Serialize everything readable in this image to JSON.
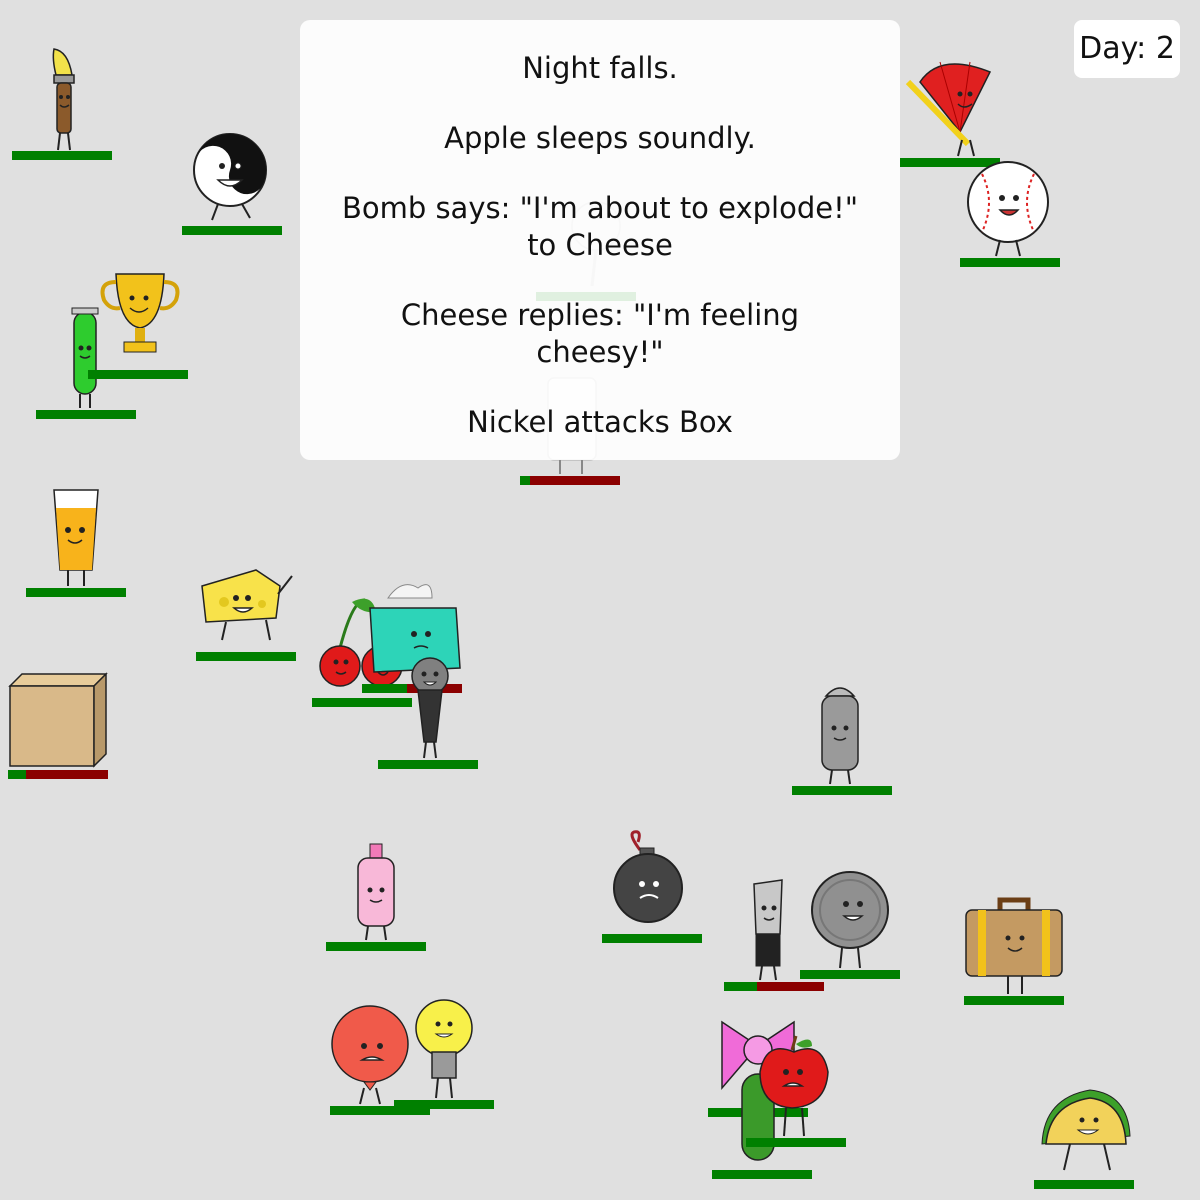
{
  "day": {
    "label": "Day:",
    "value": "2"
  },
  "log": [
    "Night falls.",
    "Apple sleeps soundly.",
    "Bomb says: \"I'm about to explode!\" to Cheese",
    "Cheese replies: \"I'm feeling cheesy!\"",
    "Nickel attacks Box"
  ],
  "colors": {
    "background": "#e0e0e0",
    "hp_fill": "#008000",
    "hp_empty": "#8b0000"
  },
  "characters": [
    {
      "name": "Paintbrush",
      "hp": 1.0
    },
    {
      "name": "Yin-Yang",
      "hp": 1.0
    },
    {
      "name": "Fan",
      "hp": 1.0
    },
    {
      "name": "Baseball",
      "hp": 1.0
    },
    {
      "name": "Test Tube",
      "hp": 1.0
    },
    {
      "name": "Trophy",
      "hp": 1.0
    },
    {
      "name": "Lollipop",
      "hp": 1.0
    },
    {
      "name": "Remote",
      "hp": 0.1
    },
    {
      "name": "Orange Juice",
      "hp": 1.0
    },
    {
      "name": "Cheese",
      "hp": 1.0
    },
    {
      "name": "Cherries",
      "hp": 1.0
    },
    {
      "name": "Tissues",
      "hp": 0.45
    },
    {
      "name": "Box",
      "hp": 0.18
    },
    {
      "name": "Microphone",
      "hp": 1.0
    },
    {
      "name": "Salt",
      "hp": 1.0
    },
    {
      "name": "Soap",
      "hp": 1.0
    },
    {
      "name": "Bomb",
      "hp": 1.0
    },
    {
      "name": "Knife",
      "hp": 0.33
    },
    {
      "name": "Nickel",
      "hp": 1.0
    },
    {
      "name": "Suitcase",
      "hp": 1.0
    },
    {
      "name": "Balloon",
      "hp": 1.0
    },
    {
      "name": "Lightbulb",
      "hp": 1.0
    },
    {
      "name": "Bow",
      "hp": 1.0
    },
    {
      "name": "Pickle",
      "hp": 1.0
    },
    {
      "name": "Apple",
      "hp": 1.0
    },
    {
      "name": "Taco",
      "hp": 1.0
    }
  ]
}
